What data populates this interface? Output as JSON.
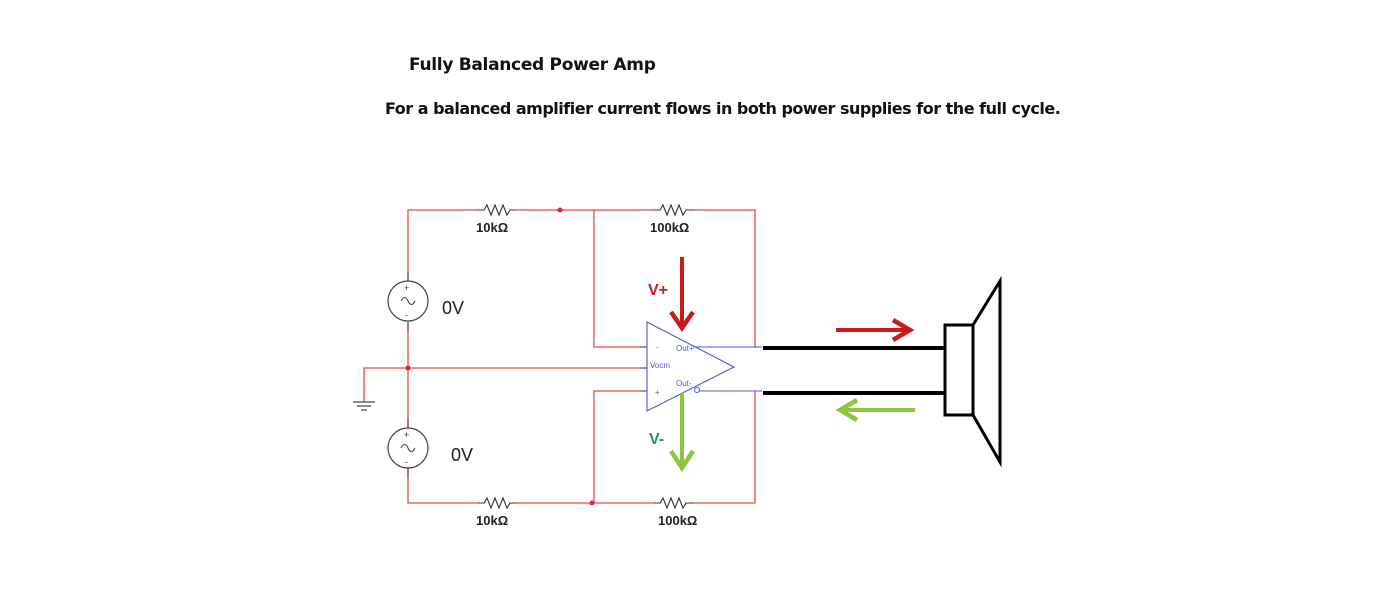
{
  "header": {
    "title": "Fully Balanced Power Amp",
    "subtitle": "For a balanced amplifier current flows in both power supplies for the full cycle."
  },
  "diagram": {
    "resistors": {
      "top_input": "10kΩ",
      "top_feedback": "100kΩ",
      "bottom_input": "10kΩ",
      "bottom_feedback": "100kΩ"
    },
    "sources": {
      "top_value": "0V",
      "bottom_value": "0V",
      "top_plus": "+",
      "top_minus": "-",
      "bottom_plus": "+",
      "bottom_minus": "-"
    },
    "amplifier": {
      "inverting_input": "-",
      "noninverting_input": "+",
      "vocm": "Vocm",
      "out_plus": "Out+",
      "out_minus": "Out-"
    },
    "current_labels": {
      "positive_supply": "V+",
      "negative_supply": "V-"
    },
    "colors": {
      "wire": "#e84a4a",
      "amp": "#5555dd",
      "positive_current": "#cc1a1a",
      "negative_current": "#8cc63f",
      "negative_label": "#1a9a5a",
      "speaker": "#000000"
    }
  }
}
